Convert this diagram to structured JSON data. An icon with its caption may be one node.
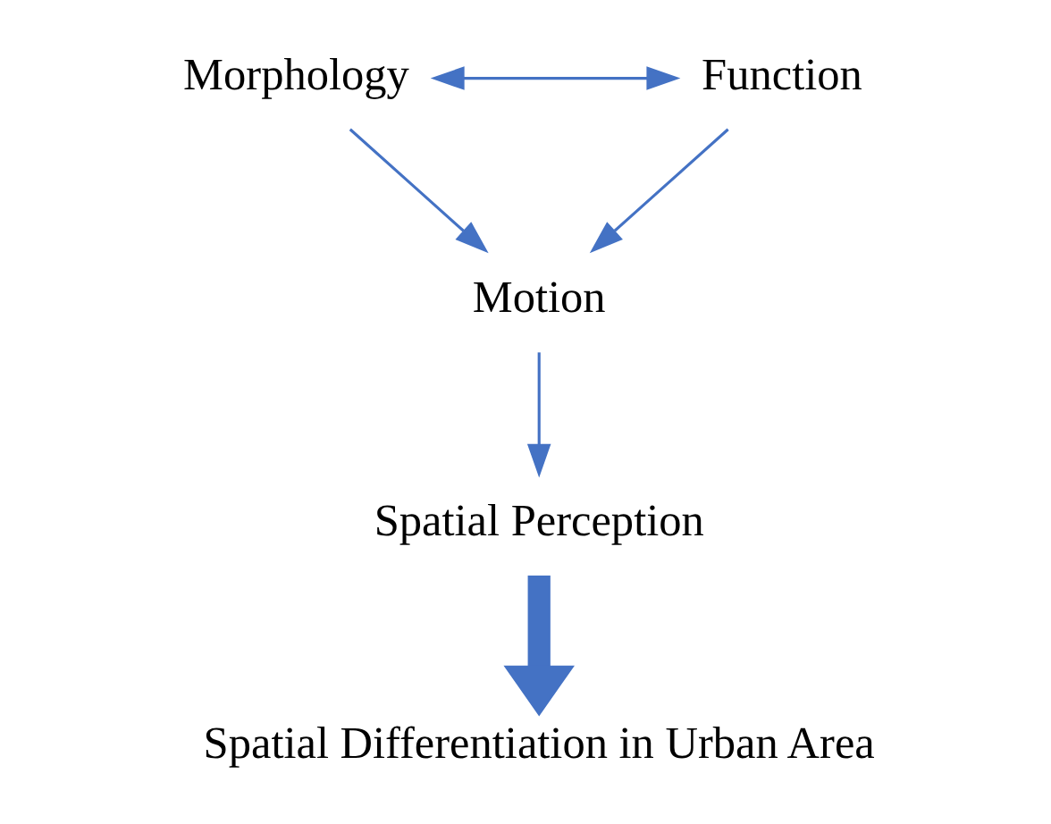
{
  "diagram": {
    "nodes": [
      {
        "text": [
          "Morphology"
        ]
      },
      {
        "text": [
          "Function"
        ]
      },
      {
        "text": [
          "Motion"
        ]
      },
      {
        "text": [
          "Spatial Perception"
        ]
      },
      {
        "text": [
          "Spatial Differentiation in Urban Area"
        ]
      }
    ],
    "edges": [
      {
        "from": 0,
        "to": 1,
        "arrow": "both"
      },
      {
        "from": 0,
        "to": 2,
        "arrow": "to"
      },
      {
        "from": 1,
        "to": 2,
        "arrow": "to"
      },
      {
        "from": 2,
        "to": 3,
        "arrow": "to"
      },
      {
        "from": 3,
        "to": 4,
        "arrow": "to",
        "style": "thick"
      }
    ]
  }
}
